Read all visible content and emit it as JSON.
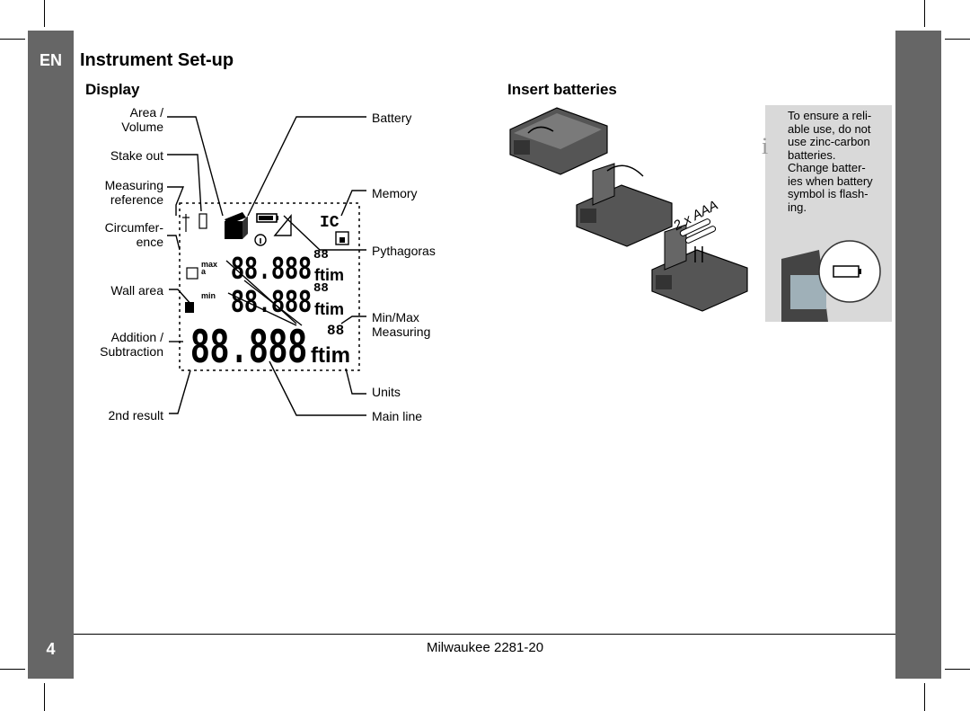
{
  "page": {
    "language_tag": "EN",
    "title": "Instrument Set-up",
    "page_number": "4",
    "footer": "Milwaukee 2281-20"
  },
  "display_section": {
    "heading": "Display",
    "left_labels": {
      "area_volume": [
        "Area /",
        "Volume"
      ],
      "stake_out": "Stake out",
      "measuring_reference": [
        "Measuring",
        "reference"
      ],
      "circumference": [
        "Circumfer-",
        "ence"
      ],
      "wall_area": "Wall area",
      "addition_subtraction": [
        "Addition /",
        "Subtraction"
      ],
      "second_result": "2nd result"
    },
    "right_labels": {
      "battery": "Battery",
      "memory": "Memory",
      "pythagoras": "Pythagoras",
      "min_max": [
        "Min/Max",
        "Measuring"
      ],
      "units": "Units",
      "main_line": "Main line"
    },
    "lcd": {
      "digits": "88.888",
      "unit_text": "ftim",
      "small_digits": "88",
      "max_label": "max",
      "min_label": "min",
      "a_label": "a"
    }
  },
  "batteries_section": {
    "heading": "Insert batteries",
    "battery_text": "2 x AAA",
    "info_icon": "info-i-icon",
    "info_lines": [
      "To ensure a reli-",
      "able use, do not",
      "use zinc-carbon",
      "batteries.",
      "Change batter-",
      "ies when battery",
      "symbol is flash-",
      "ing."
    ]
  }
}
